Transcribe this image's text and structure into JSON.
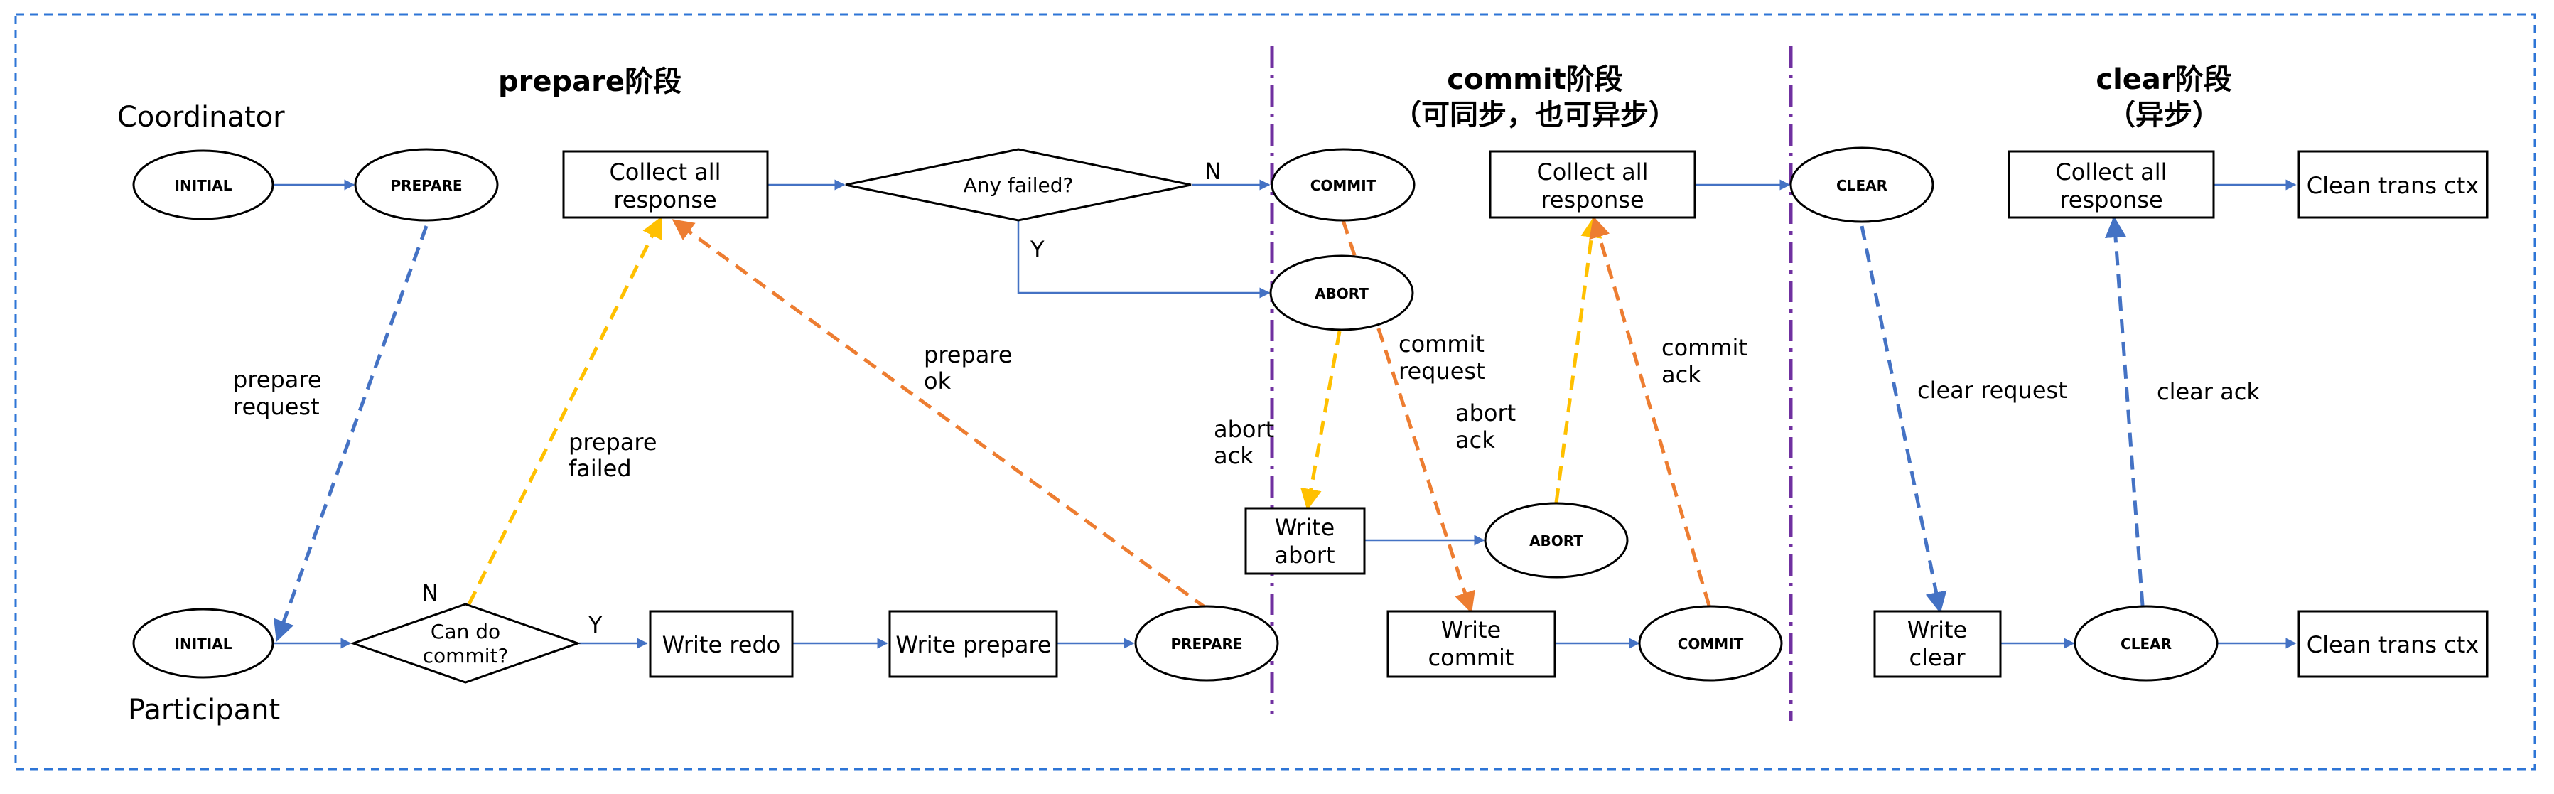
{
  "titles": {
    "prepare": "prepare阶段",
    "commit_line1": "commit阶段",
    "commit_line2": "（可同步，也可异步）",
    "clear_line1": "clear阶段",
    "clear_line2": "（异步）"
  },
  "roles": {
    "coordinator": "Coordinator",
    "participant": "Participant"
  },
  "nodes": {
    "c_initial": "INITIAL",
    "c_prepare": "PREPARE",
    "c_collect1_l1": "Collect all",
    "c_collect1_l2": "response",
    "c_anyfailed": "Any failed?",
    "c_commit": "COMMIT",
    "c_abort": "ABORT",
    "c_collect2_l1": "Collect all",
    "c_collect2_l2": "response",
    "c_clear": "CLEAR",
    "c_collect3_l1": "Collect all",
    "c_collect3_l2": "response",
    "c_clean": "Clean trans ctx",
    "p_initial": "INITIAL",
    "p_cando_l1": "Can do",
    "p_cando_l2": "commit?",
    "p_writeredo": "Write redo",
    "p_writeprepare": "Write prepare",
    "p_prepare": "PREPARE",
    "p_writeabort_l1": "Write",
    "p_writeabort_l2": "abort",
    "p_abort": "ABORT",
    "p_writecommit_l1": "Write",
    "p_writecommit_l2": "commit",
    "p_commit": "COMMIT",
    "p_writeclear_l1": "Write",
    "p_writeclear_l2": "clear",
    "p_clear": "CLEAR",
    "p_clean": "Clean trans ctx"
  },
  "labels": {
    "branch_n": "N",
    "branch_y": "Y",
    "cando_n": "N",
    "cando_y": "Y",
    "prepare_request_l1": "prepare",
    "prepare_request_l2": "request",
    "prepare_failed_l1": "prepare",
    "prepare_failed_l2": "failed",
    "prepare_ok_l1": "prepare",
    "prepare_ok_l2": "ok",
    "commit_request_l1": "commit",
    "commit_request_l2": "request",
    "abort_ack1_l1": "abort",
    "abort_ack1_l2": "ack",
    "abort_ack2_l1": "abort",
    "abort_ack2_l2": "ack",
    "commit_ack_l1": "commit",
    "commit_ack_l2": "ack",
    "clear_request": "clear request",
    "clear_ack": "clear ack"
  },
  "colors": {
    "flow": "#4472C4",
    "request": "#4472C4",
    "failed_ack": "#FFC000",
    "ok_ack": "#ED7D31",
    "phase_divider": "#7030A0",
    "border": "#2E75D6"
  }
}
